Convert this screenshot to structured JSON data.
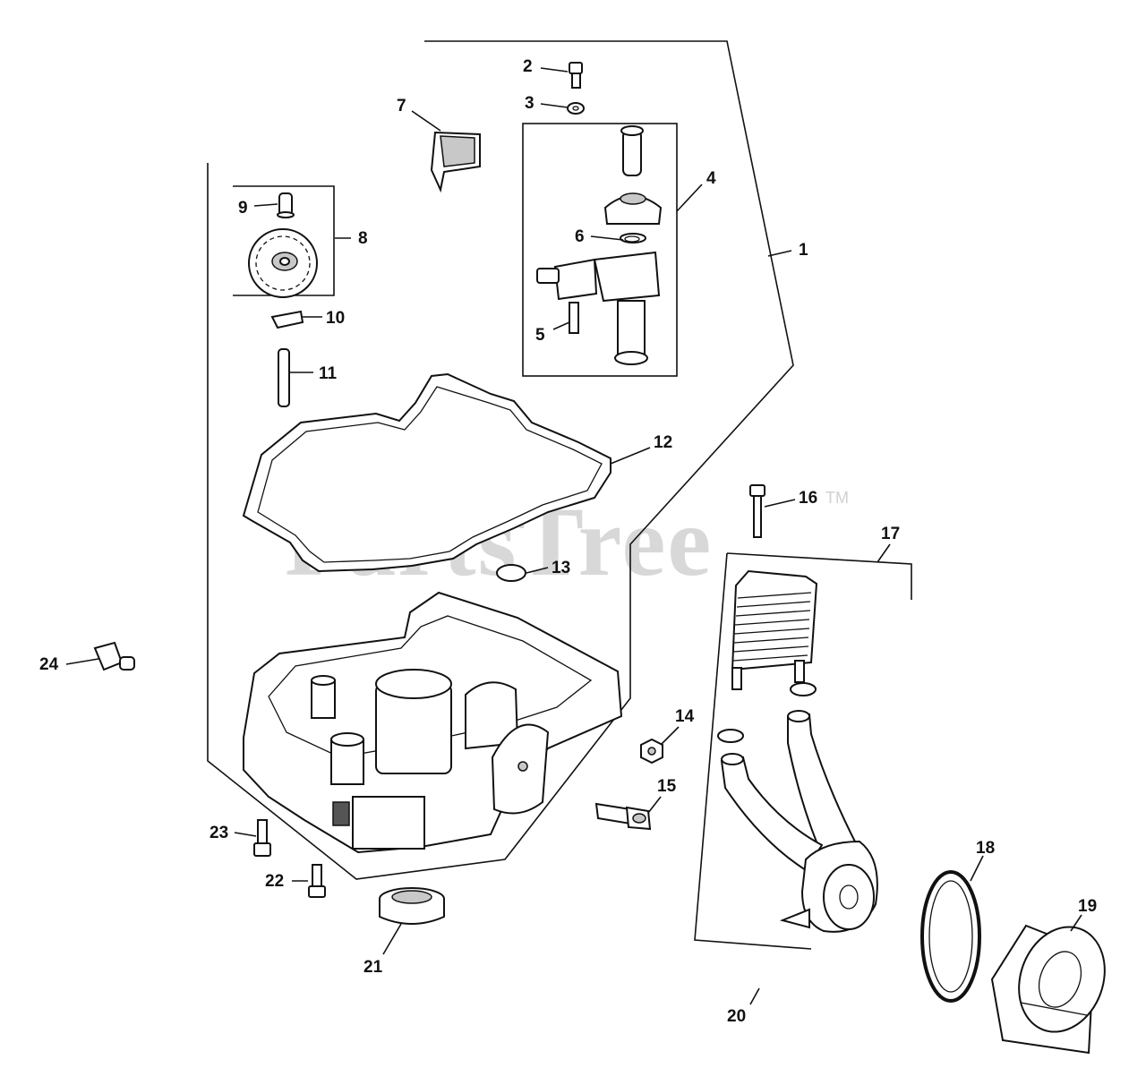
{
  "watermark": {
    "text": "PartsTree",
    "trademark": "TM"
  },
  "callouts": [
    {
      "id": "1",
      "label": "1"
    },
    {
      "id": "2",
      "label": "2"
    },
    {
      "id": "3",
      "label": "3"
    },
    {
      "id": "4",
      "label": "4"
    },
    {
      "id": "5",
      "label": "5"
    },
    {
      "id": "6",
      "label": "6"
    },
    {
      "id": "7",
      "label": "7"
    },
    {
      "id": "8",
      "label": "8"
    },
    {
      "id": "9",
      "label": "9"
    },
    {
      "id": "10",
      "label": "10"
    },
    {
      "id": "11",
      "label": "11"
    },
    {
      "id": "12",
      "label": "12"
    },
    {
      "id": "13",
      "label": "13"
    },
    {
      "id": "14",
      "label": "14"
    },
    {
      "id": "15",
      "label": "15"
    },
    {
      "id": "16",
      "label": "16"
    },
    {
      "id": "17",
      "label": "17"
    },
    {
      "id": "18",
      "label": "18"
    },
    {
      "id": "19",
      "label": "19"
    },
    {
      "id": "20",
      "label": "20"
    },
    {
      "id": "21",
      "label": "21"
    },
    {
      "id": "22",
      "label": "22"
    },
    {
      "id": "23",
      "label": "23"
    },
    {
      "id": "24",
      "label": "24"
    }
  ]
}
